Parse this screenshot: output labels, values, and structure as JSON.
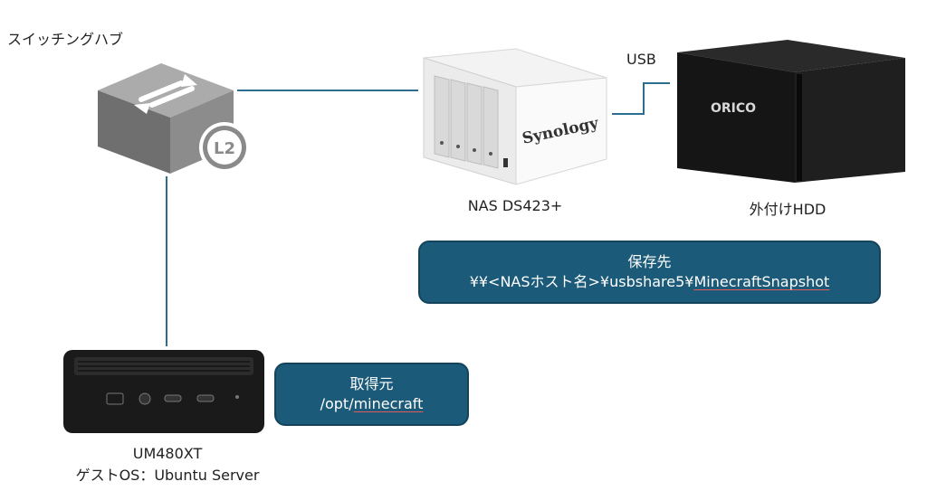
{
  "switch": {
    "title": "スイッチングハブ",
    "badge": "L2"
  },
  "nas": {
    "label": "NAS DS423+",
    "brand": "Synology"
  },
  "hdd": {
    "label": "外付けHDD",
    "brand": "ORICO"
  },
  "usb_label": "USB",
  "dest_box": {
    "title": "保存先",
    "path_prefix": "¥¥<NASホスト名>¥usbshare5¥",
    "path_underlined": "MinecraftSnapshot"
  },
  "src_box": {
    "title": "取得元",
    "path_prefix": "/opt/",
    "path_underlined": "minecraft"
  },
  "pc": {
    "label_line1": "UM480XT",
    "label_line2": "ゲストOS：Ubuntu Server"
  },
  "colors": {
    "line": "#2d6e8e",
    "box_fill": "#1b5a78",
    "box_border": "#14445c"
  }
}
